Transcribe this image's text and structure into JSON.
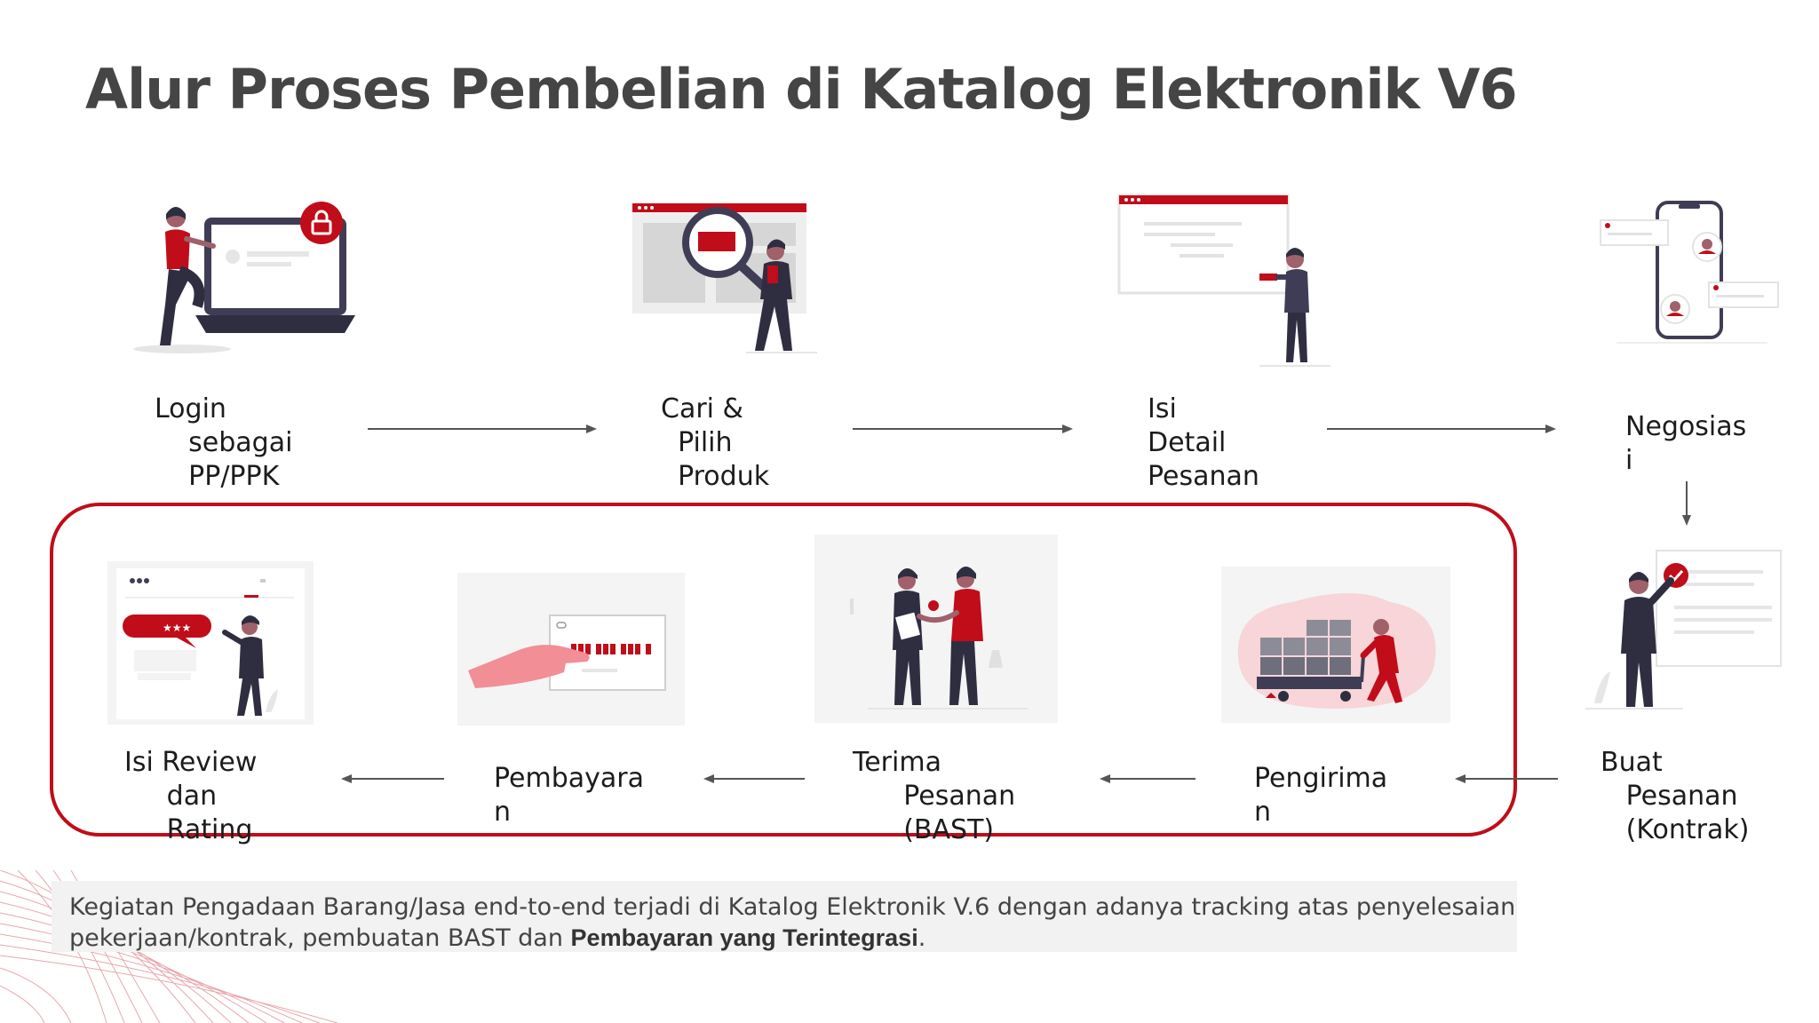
{
  "title": "Alur Proses Pembelian di Katalog Elektronik V6",
  "colors": {
    "accent": "#c00d19",
    "text": "#454545",
    "figure_dark": "#2f2e41"
  },
  "steps": {
    "login": {
      "lines": [
        "Login",
        "    sebagai",
        "    PP/PPK"
      ],
      "icon": "laptop-lock-icon"
    },
    "cari": {
      "lines": [
        "Cari &",
        "  Pilih",
        "  Produk"
      ],
      "icon": "magnifier-search-icon"
    },
    "isi_detail": {
      "lines": [
        "Isi",
        "Detail",
        "Pesanan"
      ],
      "icon": "presentation-board-icon"
    },
    "negosiasi": {
      "lines": [
        "Negosias",
        "i"
      ],
      "icon": "phone-chat-icon"
    },
    "buat_pesanan": {
      "lines": [
        "Buat",
        "   Pesanan",
        "   (Kontrak)"
      ],
      "icon": "approve-contract-icon"
    },
    "pengiriman": {
      "lines": [
        "Pengirima",
        "n"
      ],
      "icon": "delivery-cart-icon"
    },
    "terima": {
      "lines": [
        "Terima",
        "      Pesanan",
        "      (BAST)"
      ],
      "icon": "handshake-icon"
    },
    "pembayaran": {
      "lines": [
        "Pembayara",
        "n"
      ],
      "icon": "card-payment-icon"
    },
    "review": {
      "lines": [
        "Isi Review",
        "     dan",
        "     Rating"
      ],
      "icon": "review-rating-icon"
    }
  },
  "note": {
    "text_prefix": "Kegiatan Pengadaan Barang/Jasa end-to-end terjadi di Katalog Elektronik V.6 dengan adanya tracking atas penyelesaian pekerjaan/kontrak, pembuatan BAST dan ",
    "text_bold": "Pembayaran yang Terintegrasi",
    "text_suffix": "."
  }
}
